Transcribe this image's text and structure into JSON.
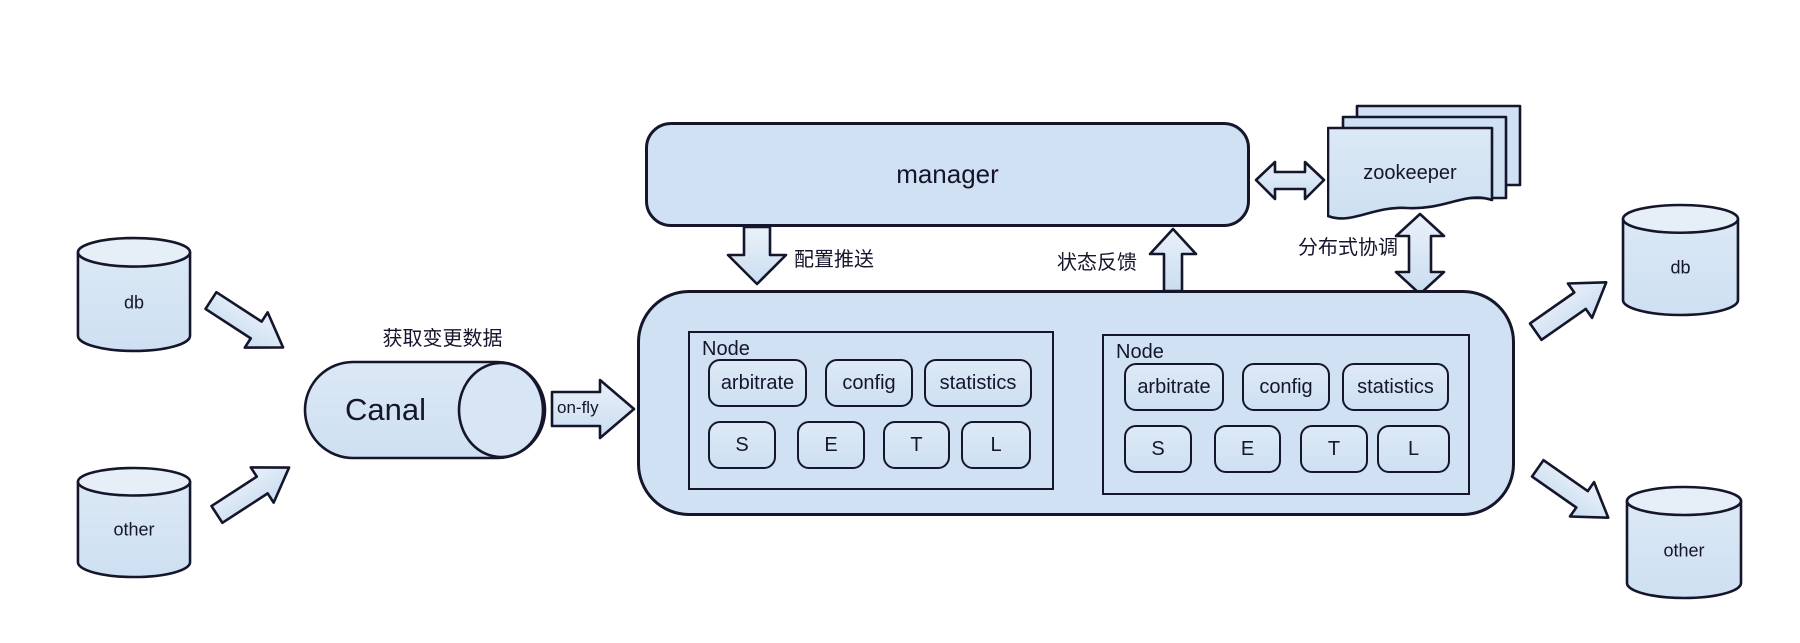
{
  "diagram": {
    "sources": [
      {
        "label": "db"
      },
      {
        "label": "other"
      }
    ],
    "targets": [
      {
        "label": "db"
      },
      {
        "label": "other"
      }
    ],
    "canal_label": "Canal",
    "manager_label": "manager",
    "zookeeper_label": "zookeeper",
    "flow_labels": {
      "capture": "获取变更数据",
      "on_fly": "on-fly",
      "config_push": "配置推送",
      "status_feedback": "状态反馈",
      "distributed_coordination": "分布式协调"
    },
    "nodes": [
      {
        "title": "Node",
        "modules": [
          "arbitrate",
          "config",
          "statistics"
        ],
        "stages": [
          "S",
          "E",
          "T",
          "L"
        ]
      },
      {
        "title": "Node",
        "modules": [
          "arbitrate",
          "config",
          "statistics"
        ],
        "stages": [
          "S",
          "E",
          "T",
          "L"
        ]
      }
    ],
    "icons": [
      "db-to-canal-arrow-icon",
      "other-to-canal-arrow-icon",
      "onfly-arrow-icon",
      "config-push-down-arrow-icon",
      "status-feedback-up-arrow-icon",
      "manager-zookeeper-double-arrow-icon",
      "zookeeper-node-double-arrow-icon",
      "node-to-db-arrow-icon",
      "node-to-other-arrow-icon"
    ],
    "colors": {
      "shape_fill": "#cfe1f3",
      "shape_fill_light": "#e6eef8",
      "arrow_fill_top": "#eaf1f9",
      "arrow_fill_bottom": "#c9ddf0",
      "stroke": "#15152c",
      "text": "#15152c",
      "background": "#ffffff"
    }
  }
}
